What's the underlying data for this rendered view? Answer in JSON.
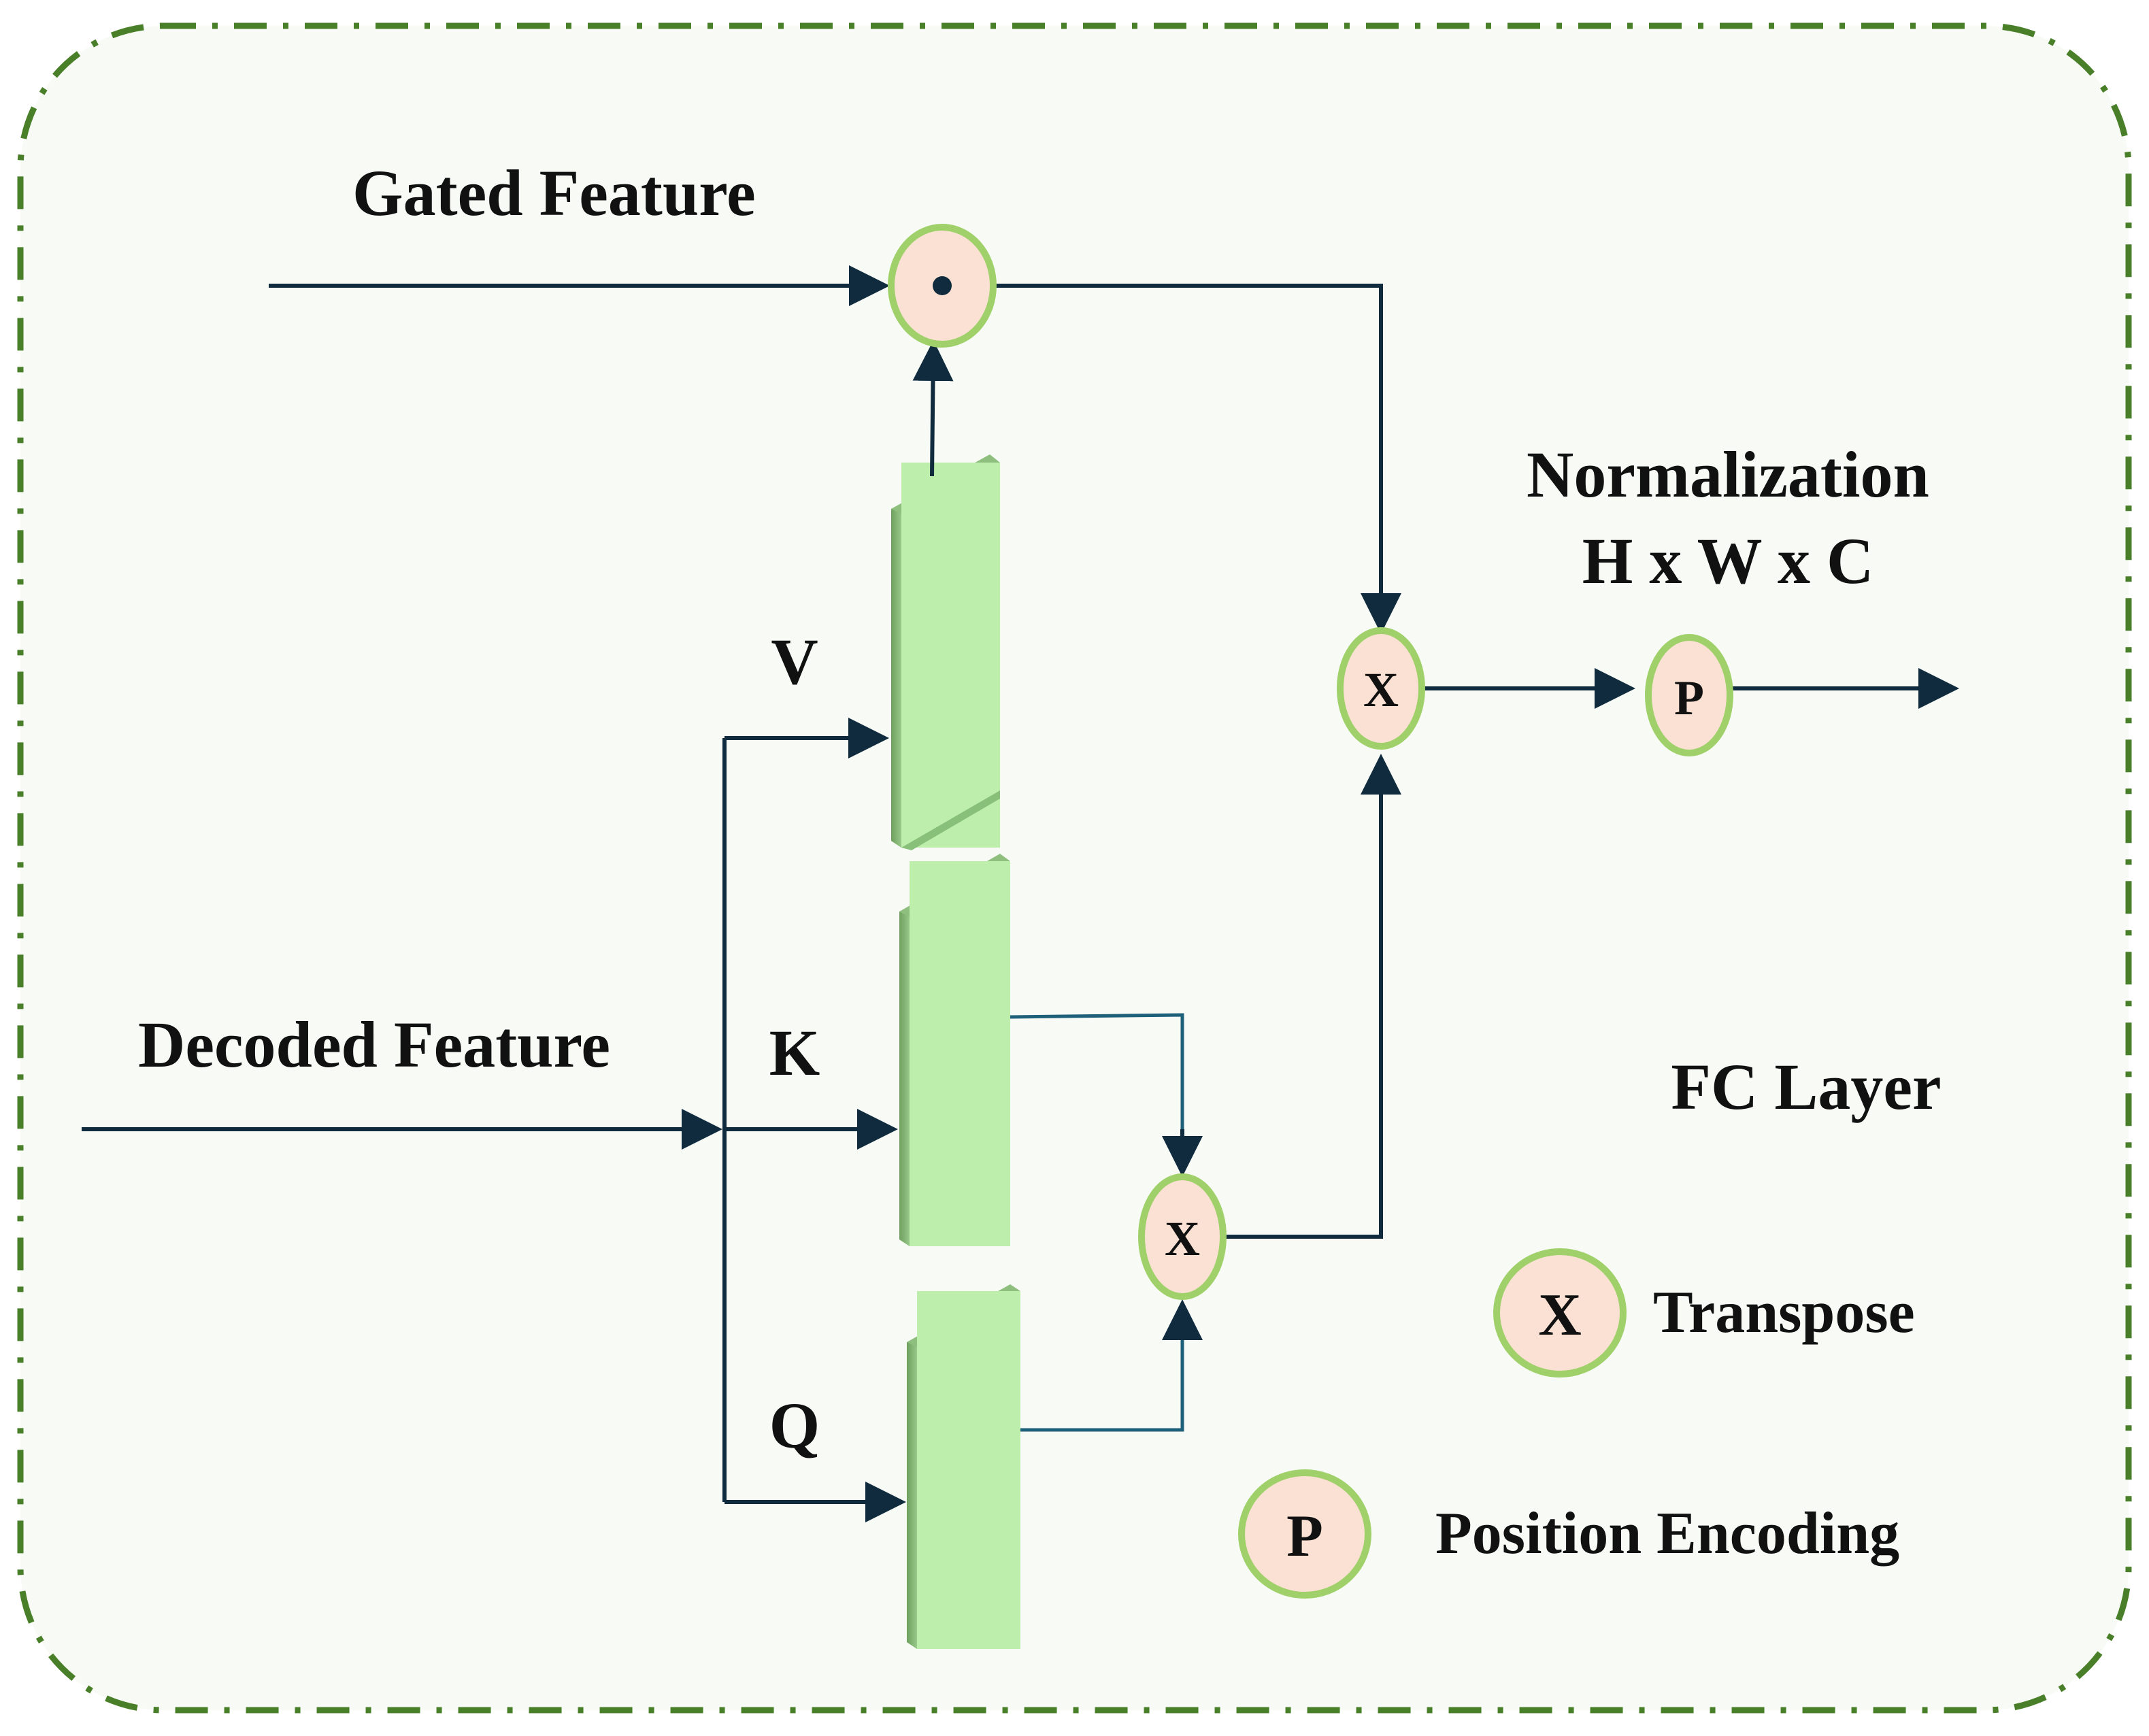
{
  "labels": {
    "gated_feature": "Gated Feature",
    "decoded_feature": "Decoded Feature",
    "v": "V",
    "k": "K",
    "q": "Q",
    "normalization": "Normalization",
    "dims": "H x W x C",
    "fc_layer": "FC Layer"
  },
  "operators": {
    "transpose_symbol": "X",
    "position_symbol": "P"
  },
  "legend": {
    "transpose_symbol": "X",
    "transpose_label": "Transpose",
    "position_symbol": "P",
    "position_label": "Position Encoding"
  },
  "colors": {
    "frame": "#4a7f2a",
    "background": "#f8fbf5",
    "block_face": "#bdeeab",
    "block_edge": "#88c07a",
    "node_fill": "#fbe1d3",
    "node_stroke": "#9fd06a",
    "wire": "#0f2b3d"
  }
}
